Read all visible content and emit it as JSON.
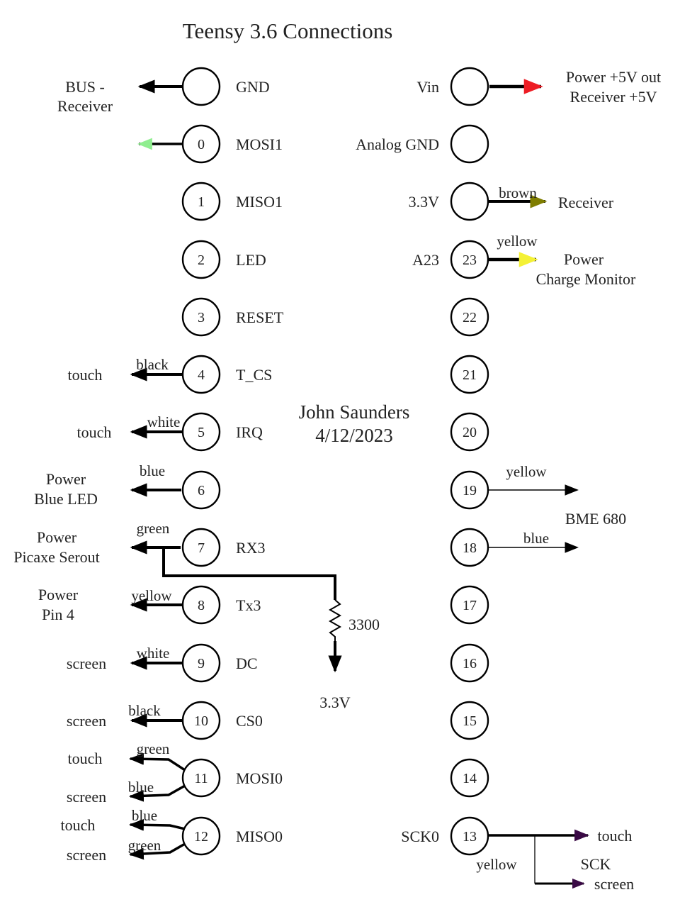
{
  "title": "Teensy 3.6 Connections",
  "credit": {
    "name": "John Saunders",
    "date": "4/12/2023"
  },
  "colors": {
    "wire_black": "#000000",
    "wire_light_green": "#90ee90",
    "wire_red": "#ed1c24",
    "wire_olive": "#7f7d00",
    "wire_yellow": "#f4f136",
    "wire_purple": "#3a0a45"
  },
  "left_column": {
    "pins": [
      {
        "num": "",
        "name": "GND"
      },
      {
        "num": "0",
        "name": "MOSI1"
      },
      {
        "num": "1",
        "name": "MISO1"
      },
      {
        "num": "2",
        "name": "LED"
      },
      {
        "num": "3",
        "name": "RESET"
      },
      {
        "num": "4",
        "name": "T_CS"
      },
      {
        "num": "5",
        "name": "IRQ"
      },
      {
        "num": "6",
        "name": ""
      },
      {
        "num": "7",
        "name": "RX3"
      },
      {
        "num": "8",
        "name": "Tx3"
      },
      {
        "num": "9",
        "name": "DC"
      },
      {
        "num": "10",
        "name": "CS0"
      },
      {
        "num": "11",
        "name": "MOSI0"
      },
      {
        "num": "12",
        "name": "MISO0"
      }
    ],
    "connections": {
      "gnd": {
        "target1": "BUS -",
        "target2": "Receiver"
      },
      "p4": {
        "wire": "black",
        "target": "touch"
      },
      "p5": {
        "wire": "white",
        "target": "touch"
      },
      "p6": {
        "wire": "blue",
        "target1": "Power",
        "target2": "Blue LED"
      },
      "p7": {
        "wire": "green",
        "target1": "Power",
        "target2": "Picaxe Serout"
      },
      "p8": {
        "wire": "yellow",
        "target1": "Power",
        "target2": "Pin 4"
      },
      "p9": {
        "wire": "white",
        "target": "screen"
      },
      "p10": {
        "wire": "black",
        "target": "screen"
      },
      "p11": {
        "wire_touch": "green",
        "target_touch": "touch",
        "wire_screen": "blue",
        "target_screen": "screen"
      },
      "p12": {
        "wire_touch": "blue",
        "target_touch": "touch",
        "wire_screen": "green",
        "target_screen": "screen"
      }
    },
    "resistor": {
      "value": "3300",
      "rail": "3.3V"
    }
  },
  "right_column": {
    "pins": [
      {
        "num": "",
        "label": "Vin"
      },
      {
        "num": "",
        "label": "Analog GND"
      },
      {
        "num": "",
        "label": "3.3V"
      },
      {
        "num": "23",
        "label": "A23"
      },
      {
        "num": "22",
        "label": ""
      },
      {
        "num": "21",
        "label": ""
      },
      {
        "num": "20",
        "label": ""
      },
      {
        "num": "19",
        "label": ""
      },
      {
        "num": "18",
        "label": ""
      },
      {
        "num": "17",
        "label": ""
      },
      {
        "num": "16",
        "label": ""
      },
      {
        "num": "15",
        "label": ""
      },
      {
        "num": "14",
        "label": ""
      },
      {
        "num": "13",
        "label": "SCK0"
      }
    ],
    "connections": {
      "vin": {
        "target1": "Power +5V out",
        "target2": "Receiver +5V"
      },
      "v33": {
        "wire": "brown",
        "target": "Receiver"
      },
      "p23": {
        "wire": "yellow",
        "target1": "Power",
        "target2": "Charge Monitor"
      },
      "p19": {
        "wire": "yellow"
      },
      "p18": {
        "wire": "blue"
      },
      "bme": {
        "label": "BME 680"
      },
      "p13": {
        "wire": "yellow",
        "target_touch": "touch",
        "bus": "SCK",
        "target_screen": "screen"
      }
    }
  }
}
